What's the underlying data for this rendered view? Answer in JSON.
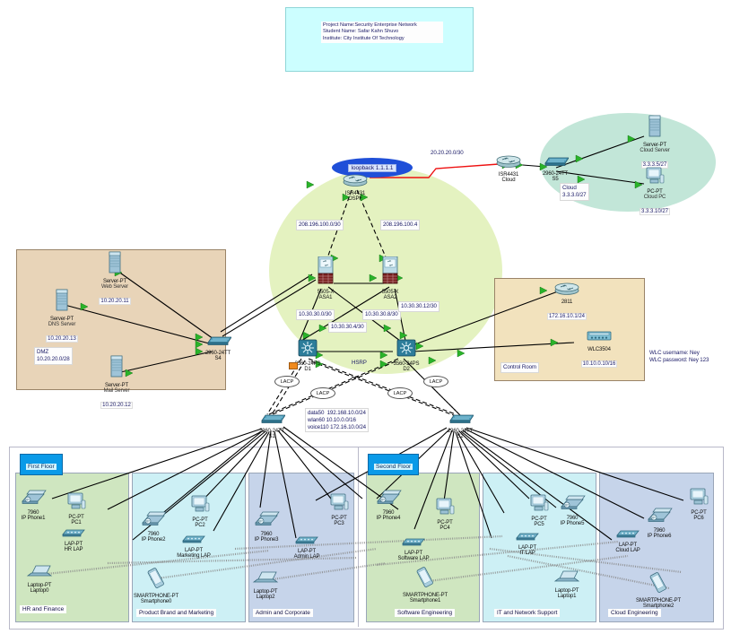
{
  "title_card": {
    "lines": [
      "Project Name:Security Enterprise Network",
      "Student Name: Safar Kahn Shuvo",
      "Institute: City Institute Of Technology"
    ]
  },
  "core": {
    "edge_router": {
      "name": "ISR4431",
      "proto": "OSPF"
    },
    "loopback": "loopback 1.1.1.1",
    "wan_link": "20.20.20.0/30",
    "link_left": "208.196.100.0/30",
    "link_right": "208.196.100.4",
    "asa1": {
      "model": "5505-X",
      "name": "ASA1"
    },
    "asa2": {
      "model": "5505-X",
      "name": "ASA2"
    },
    "d1": {
      "model": "3560-24PS",
      "name": "D1"
    },
    "d2": {
      "model": "3560-24PS",
      "name": "D2"
    },
    "links": [
      "10.30.30.0/30",
      "10.30.30.4/30",
      "10.30.30.8/30",
      "10.30.30.12/30"
    ],
    "hsrp": "HSRP",
    "lacp": "LACP",
    "vlans": "data50  192.168.10.0/24\nwlan60 10.10.0.0/16\nvoice110 172.16.10.0/24",
    "s1": {
      "model": "2960-24TT",
      "name": "S1"
    },
    "s2": {
      "model": "2960-24TT",
      "name": "S2"
    }
  },
  "cloud_zone": {
    "router": {
      "name": "ISR4431",
      "role": "Cloud"
    },
    "switch": {
      "model": "2960-24TT",
      "name": "S5"
    },
    "subnet_note": "Cloud\n3.3.3.0/27",
    "server": {
      "model": "Server-PT",
      "name": "Cloud Server",
      "ip": "3.3.3.5/27"
    },
    "pc": {
      "model": "PC-PT",
      "name": "Cloud PC",
      "ip": "3.3.3.10/27"
    }
  },
  "dmz": {
    "note": "DMZ\n10.20.20.0/28",
    "switch": {
      "model": "2960-24TT",
      "name": "S4"
    },
    "servers": [
      {
        "model": "Server-PT",
        "name": "Web Server",
        "ip": "10.20.20.11"
      },
      {
        "model": "Server-PT",
        "name": "DNS Server",
        "ip": "10.20.20.13"
      },
      {
        "model": "Server-PT",
        "name": "Mail Server",
        "ip": "10.20.20.12"
      }
    ]
  },
  "control_room": {
    "name": "Control Room",
    "router": {
      "model": "2811",
      "ip": "172.16.10.1/24"
    },
    "wlc": {
      "model": "WLC3504",
      "ip": "10.10.0.10/16"
    },
    "credentials": "WLC username: Ney\nWLC password: Ney 123"
  },
  "floors": [
    {
      "tag": "First Floor",
      "rooms": [
        {
          "name": "HR and Finance",
          "tint": "green",
          "devices": [
            {
              "model": "7960",
              "name": "IP Phone1",
              "kind": "phone"
            },
            {
              "model": "PC-PT",
              "name": "PC1",
              "kind": "pc"
            },
            {
              "model": "LAP-PT",
              "name": "HR LAP",
              "kind": "ap"
            },
            {
              "model": "Laptop-PT",
              "name": "Laptop0",
              "kind": "laptop"
            }
          ]
        },
        {
          "name": "Product Brand and Marketing",
          "tint": "cyan",
          "devices": [
            {
              "model": "7960",
              "name": "IP Phone2",
              "kind": "phone"
            },
            {
              "model": "PC-PT",
              "name": "PC2",
              "kind": "pc"
            },
            {
              "model": "LAP-PT",
              "name": "Marketing LAP",
              "kind": "ap"
            },
            {
              "model": "SMARTPHONE-PT",
              "name": "Smartphone0",
              "kind": "smartphone"
            }
          ]
        },
        {
          "name": "Admin and Corporate",
          "tint": "blue",
          "devices": [
            {
              "model": "7960",
              "name": "IP Phone3",
              "kind": "phone"
            },
            {
              "model": "PC-PT",
              "name": "PC3",
              "kind": "pc"
            },
            {
              "model": "LAP-PT",
              "name": "Admin LAP",
              "kind": "ap"
            },
            {
              "model": "Laptop-PT",
              "name": "Laptop2",
              "kind": "laptop"
            }
          ]
        }
      ]
    },
    {
      "tag": "Second Floor",
      "rooms": [
        {
          "name": "Software Engineering",
          "tint": "green",
          "devices": [
            {
              "model": "7960",
              "name": "IP Phone4",
              "kind": "phone"
            },
            {
              "model": "PC-PT",
              "name": "PC4",
              "kind": "pc"
            },
            {
              "model": "LAP-PT",
              "name": "Software LAP",
              "kind": "ap"
            },
            {
              "model": "SMARTPHONE-PT",
              "name": "Smartphone1",
              "kind": "smartphone"
            }
          ]
        },
        {
          "name": "IT and Network Support",
          "tint": "cyan",
          "devices": [
            {
              "model": "PC-PT",
              "name": "PC5",
              "kind": "pc"
            },
            {
              "model": "7960",
              "name": "IP Phone5",
              "kind": "phone"
            },
            {
              "model": "LAP-PT",
              "name": "IT LAP",
              "kind": "ap"
            },
            {
              "model": "Laptop-PT",
              "name": "Laptop1",
              "kind": "laptop"
            }
          ]
        },
        {
          "name": "Cloud Engineering",
          "tint": "blue",
          "devices": [
            {
              "model": "PC-PT",
              "name": "PC6",
              "kind": "pc"
            },
            {
              "model": "7960",
              "name": "IP Phone6",
              "kind": "phone"
            },
            {
              "model": "LAP-PT",
              "name": "Cloud LAP",
              "kind": "ap"
            },
            {
              "model": "SMARTPHONE-PT",
              "name": "Smartphone2",
              "kind": "smartphone"
            }
          ]
        }
      ]
    }
  ],
  "colors": {
    "wan_link": "#ee1111",
    "core_zone": "#e4f2c0",
    "cloud_zone": "#c2e6d8",
    "dmz_zone": "#e8d4b8",
    "control_zone": "#f2e2bd",
    "floor_tag": "#0a9ae8"
  }
}
